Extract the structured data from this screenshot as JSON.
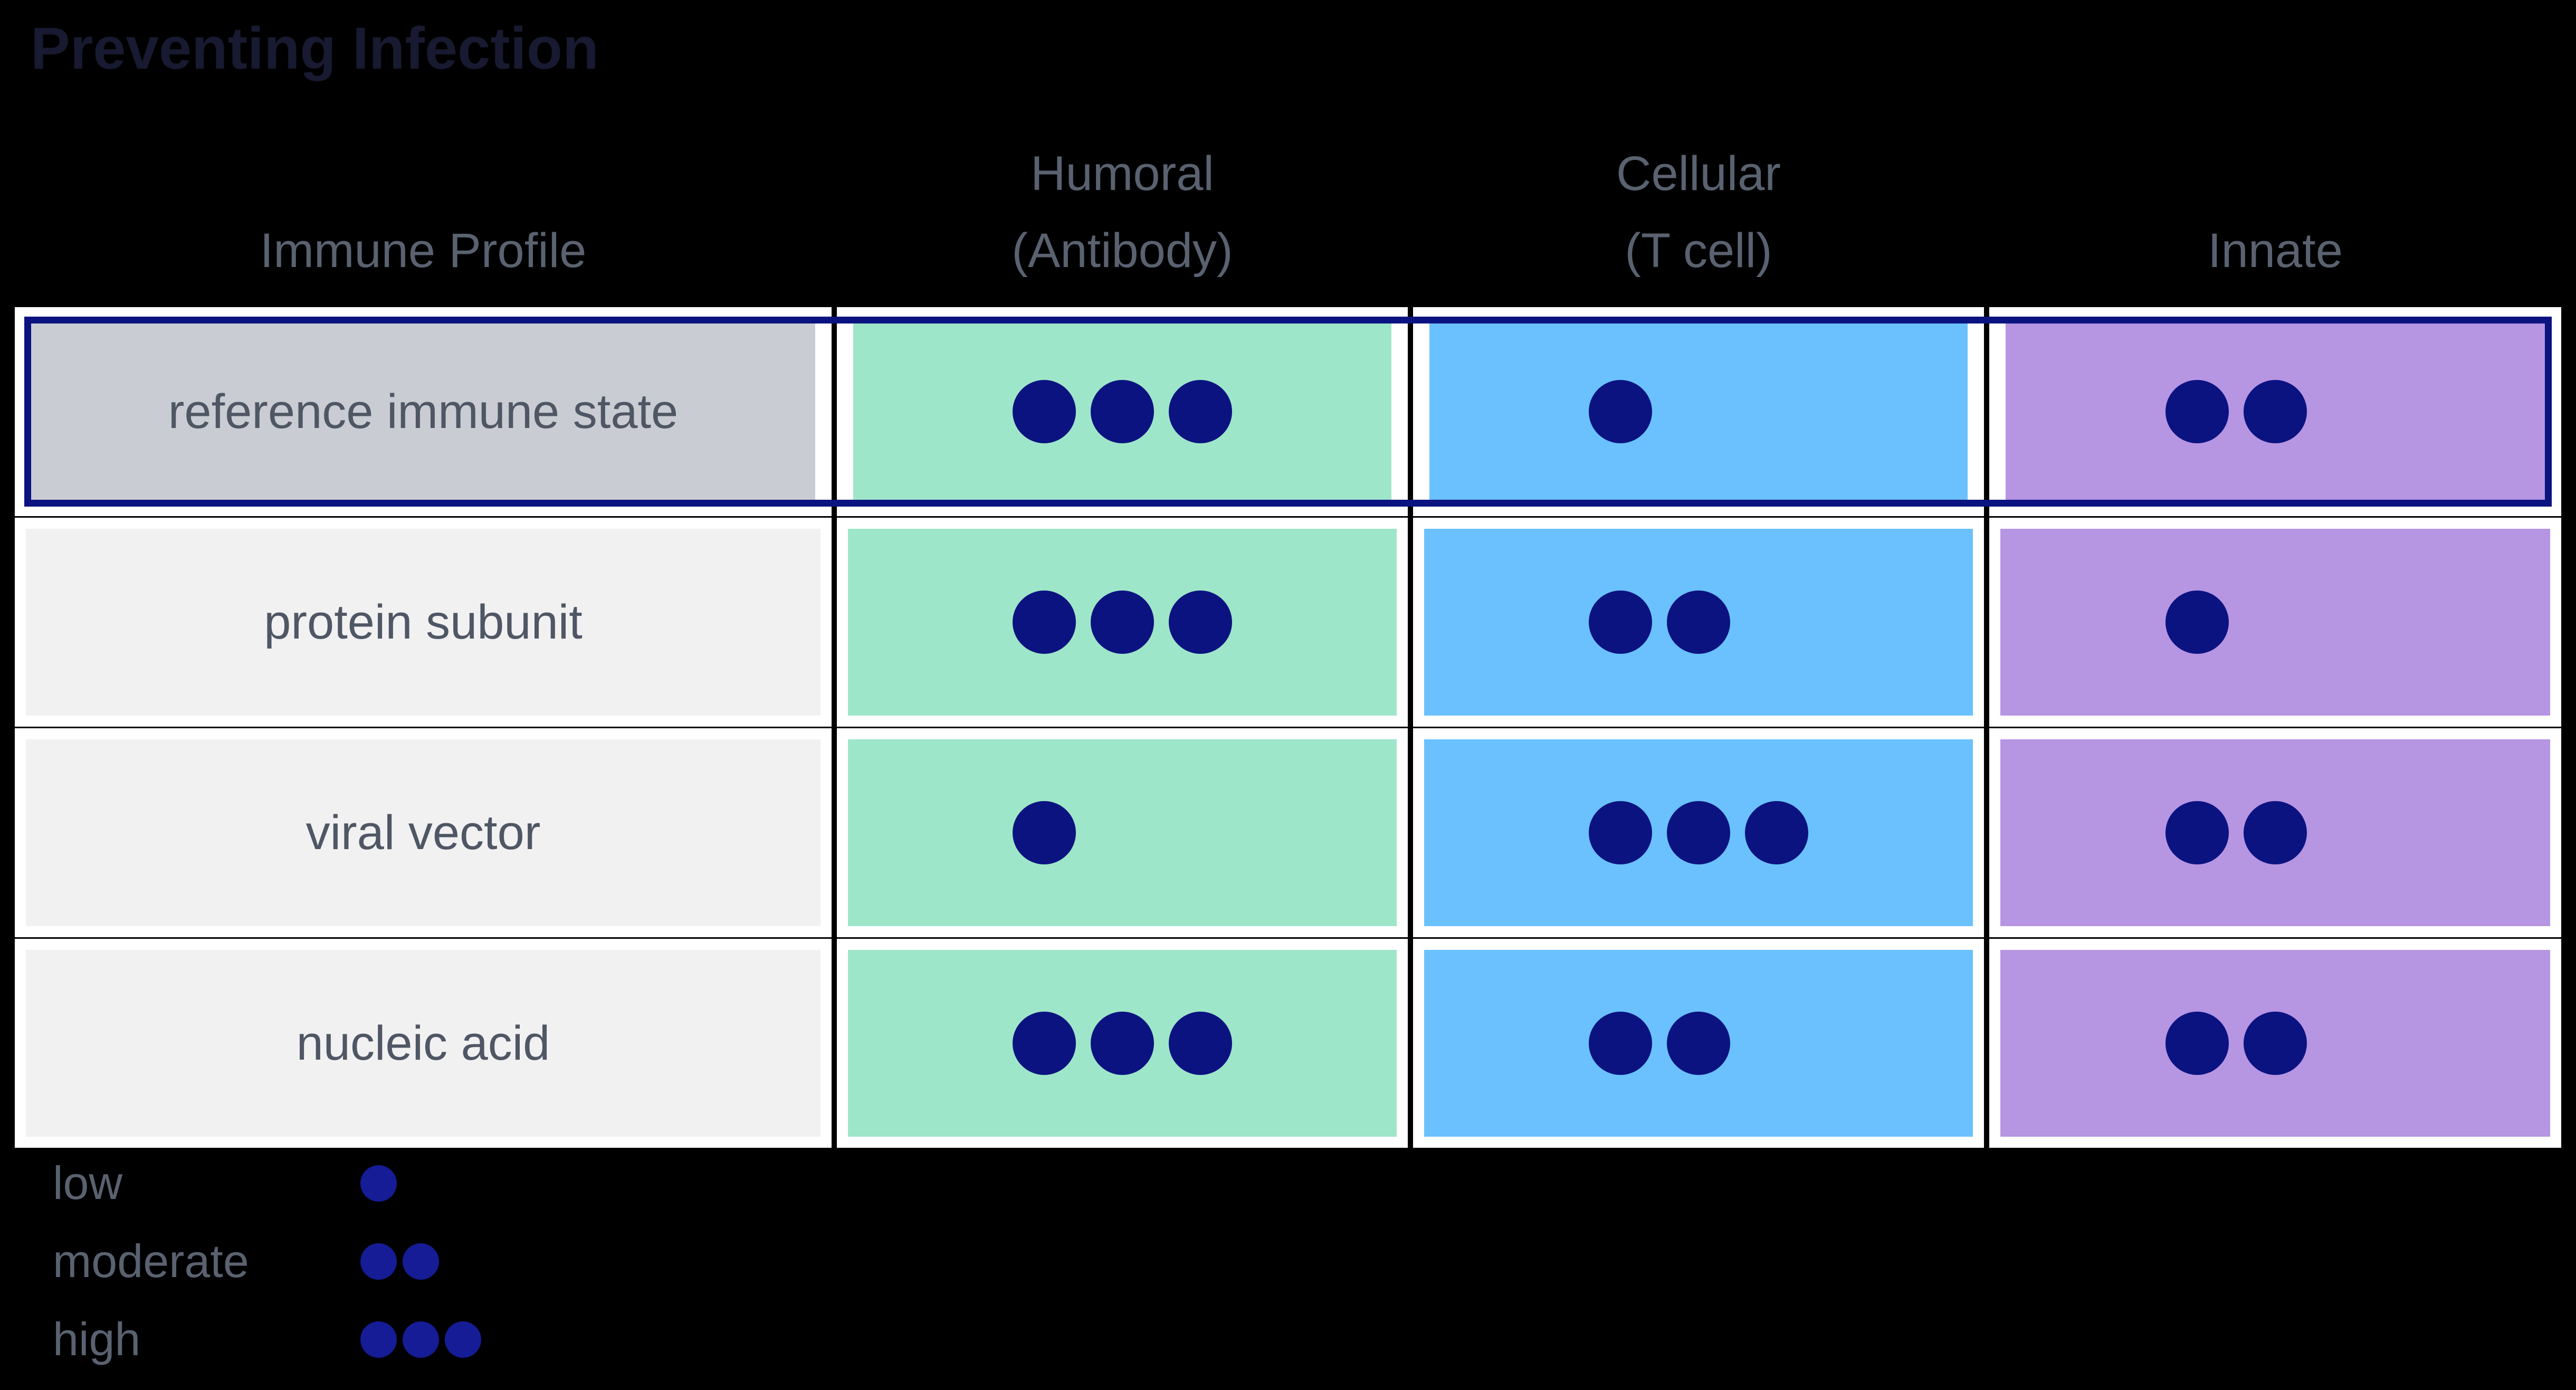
{
  "title": "Preventing Infection",
  "colors": {
    "background": "#000000",
    "title": "#171a30",
    "header_text": "#5a6270",
    "label_text": "#4f5664",
    "cell_bg": "#ffffff",
    "label_bg": "#f1f1f2",
    "reference_label_bg": "#c9ccd3",
    "green": "#9ee6c9",
    "blue": "#6ac1fd",
    "purple": "#b695e3",
    "navy": "#0b1380",
    "legend_dot": "#151c96"
  },
  "table": {
    "columns": [
      {
        "id": "immune-profile",
        "lines": [
          "Immune Profile"
        ]
      },
      {
        "id": "humoral",
        "lines": [
          "Humoral",
          "(Antibody)"
        ],
        "color_key": "green"
      },
      {
        "id": "cellular",
        "lines": [
          "Cellular",
          "(T cell)"
        ],
        "color_key": "blue"
      },
      {
        "id": "innate",
        "lines": [
          "Innate"
        ],
        "color_key": "purple"
      }
    ],
    "rows": [
      {
        "label": "reference immune state",
        "highlighted": true,
        "values": [
          3,
          1,
          2
        ]
      },
      {
        "label": "protein subunit",
        "highlighted": false,
        "values": [
          3,
          2,
          1
        ]
      },
      {
        "label": "viral vector",
        "highlighted": false,
        "values": [
          1,
          3,
          2
        ]
      },
      {
        "label": "nucleic acid",
        "highlighted": false,
        "values": [
          3,
          2,
          2
        ]
      }
    ]
  },
  "legend": {
    "items": [
      {
        "label": "low",
        "dots": 1
      },
      {
        "label": "moderate",
        "dots": 2
      },
      {
        "label": "high",
        "dots": 3
      }
    ]
  },
  "chart_data": {
    "type": "table",
    "title": "Preventing Infection",
    "row_header": "Immune Profile",
    "columns": [
      "Humoral (Antibody)",
      "Cellular (T cell)",
      "Innate"
    ],
    "rows": [
      "reference immune state",
      "protein subunit",
      "viral vector",
      "nucleic acid"
    ],
    "values": [
      [
        3,
        1,
        2
      ],
      [
        3,
        2,
        1
      ],
      [
        1,
        3,
        2
      ],
      [
        3,
        2,
        2
      ]
    ],
    "value_scale": {
      "1": "low",
      "2": "moderate",
      "3": "high"
    },
    "highlighted_row": "reference immune state",
    "legend_position": "bottom-left",
    "column_colors": {
      "Humoral (Antibody)": "#9ee6c9",
      "Cellular (T cell)": "#6ac1fd",
      "Innate": "#b695e3"
    }
  }
}
